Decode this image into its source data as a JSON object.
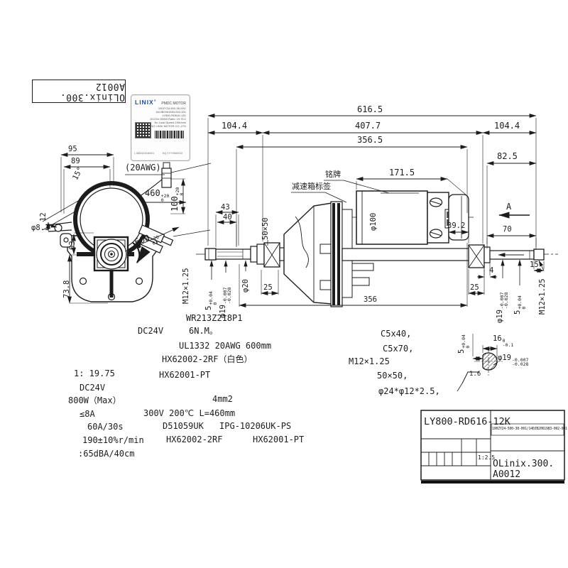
{
  "stamp": {
    "text": "OLinix.300. A0012"
  },
  "label": {
    "brand": "LINIX",
    "brand_sup": "®",
    "product": "PMDC MOTOR",
    "model1": "100ZY24-500-38-001/",
    "model2": "140JB2061983-002-001",
    "model3": "LY800-RD616-12K",
    "spec1": "DC24V 800W Ratio: 19.75:1",
    "spec2": "No Load Speed 190r/min",
    "company": "ZHEJIANG LINIX MOTOR CO.,LTD",
    "serial": "L 0600123140001",
    "date_code": "EQ-YYYYMMXXX"
  },
  "front": {
    "d95": "95",
    "d89": "89",
    "awg": "(20AWG)",
    "d460": "460",
    "d460_sup": "+20",
    "d460_sub": "0",
    "d100": "100",
    "d100_sup": "+20",
    "d100_sub": "0",
    "a15": "15°",
    "d12": "12",
    "d8_3": "φ8.3",
    "d63": "63",
    "d600": "600",
    "d600_sup": "+20",
    "d600_sub": "0",
    "d73_8": "73.8"
  },
  "side": {
    "d616_5": "616.5",
    "d104_4l": "104.4",
    "d407_7": "407.7",
    "d104_4r": "104.4",
    "d356_5": "356.5",
    "d82_5": "82.5",
    "d171_5": "171.5",
    "nameplate": "铭牌",
    "gearbox_label": "减速箱标签",
    "d43": "43",
    "d40": "40",
    "sq50": "50×50",
    "phi100": "φ100",
    "d39_2": "39.2",
    "section_a": "A",
    "d70": "70",
    "d15": "15",
    "d4": "4",
    "d25l": "25",
    "d25r": "25",
    "d356": "356",
    "m12_left": "M12×1.25",
    "m12_right": "M12×1.25",
    "phi20": "φ20",
    "phi19": "φ19",
    "phi19_sup": "-0.007",
    "phi19_sub": "-0.028",
    "d5": "5",
    "d5_sup": "+0.04",
    "d5_sub": "0"
  },
  "notes": {
    "wr": "WR213Z218P1",
    "dc1": "DC24V",
    "torque": "6N.M。",
    "ul": "UL1332 20AWG  600mm",
    "hx_white": "HX62002-2RF（白色）",
    "ratio": "1: 19.75",
    "hx_pt1": "HX62001-PT",
    "dc2": "DC24V",
    "power": "800W（Max）",
    "wire": "4mm2",
    "amp": "≤8A",
    "temp": "300V 200℃  L=460mm",
    "surge": "60A/30s",
    "d510": "D51059UK",
    "ipg": "IPG-10206UK-PS",
    "speed": "190±10%r/min",
    "hx_rf2": "HX62002-2RF",
    "hx_pt2": "HX62001-PT",
    "noise": ":65dBA/40cm"
  },
  "parts": {
    "c5x40": "C5x40,",
    "c5x70": "C5x70,",
    "m12": "M12×1.25",
    "sq50": "50×50,",
    "washer": "φ24*φ12*2.5,"
  },
  "detail": {
    "d5": "5",
    "d5_sup": "+0.04",
    "d5_sub": "0",
    "d16": "16",
    "d16_sup": "0",
    "d16_sub": "-0.1",
    "phi19": "φ19",
    "phi19_sup": "-0.007",
    "phi19_sub": "-0.028",
    "finish": "1.6"
  },
  "titleblock": {
    "model": "LY800-RD616-12K",
    "part_no": "100ZY24-500-38-001/140JB2061983-002-001",
    "scale": "1:2.5",
    "doc_no": "OLinix.300. A0012"
  }
}
